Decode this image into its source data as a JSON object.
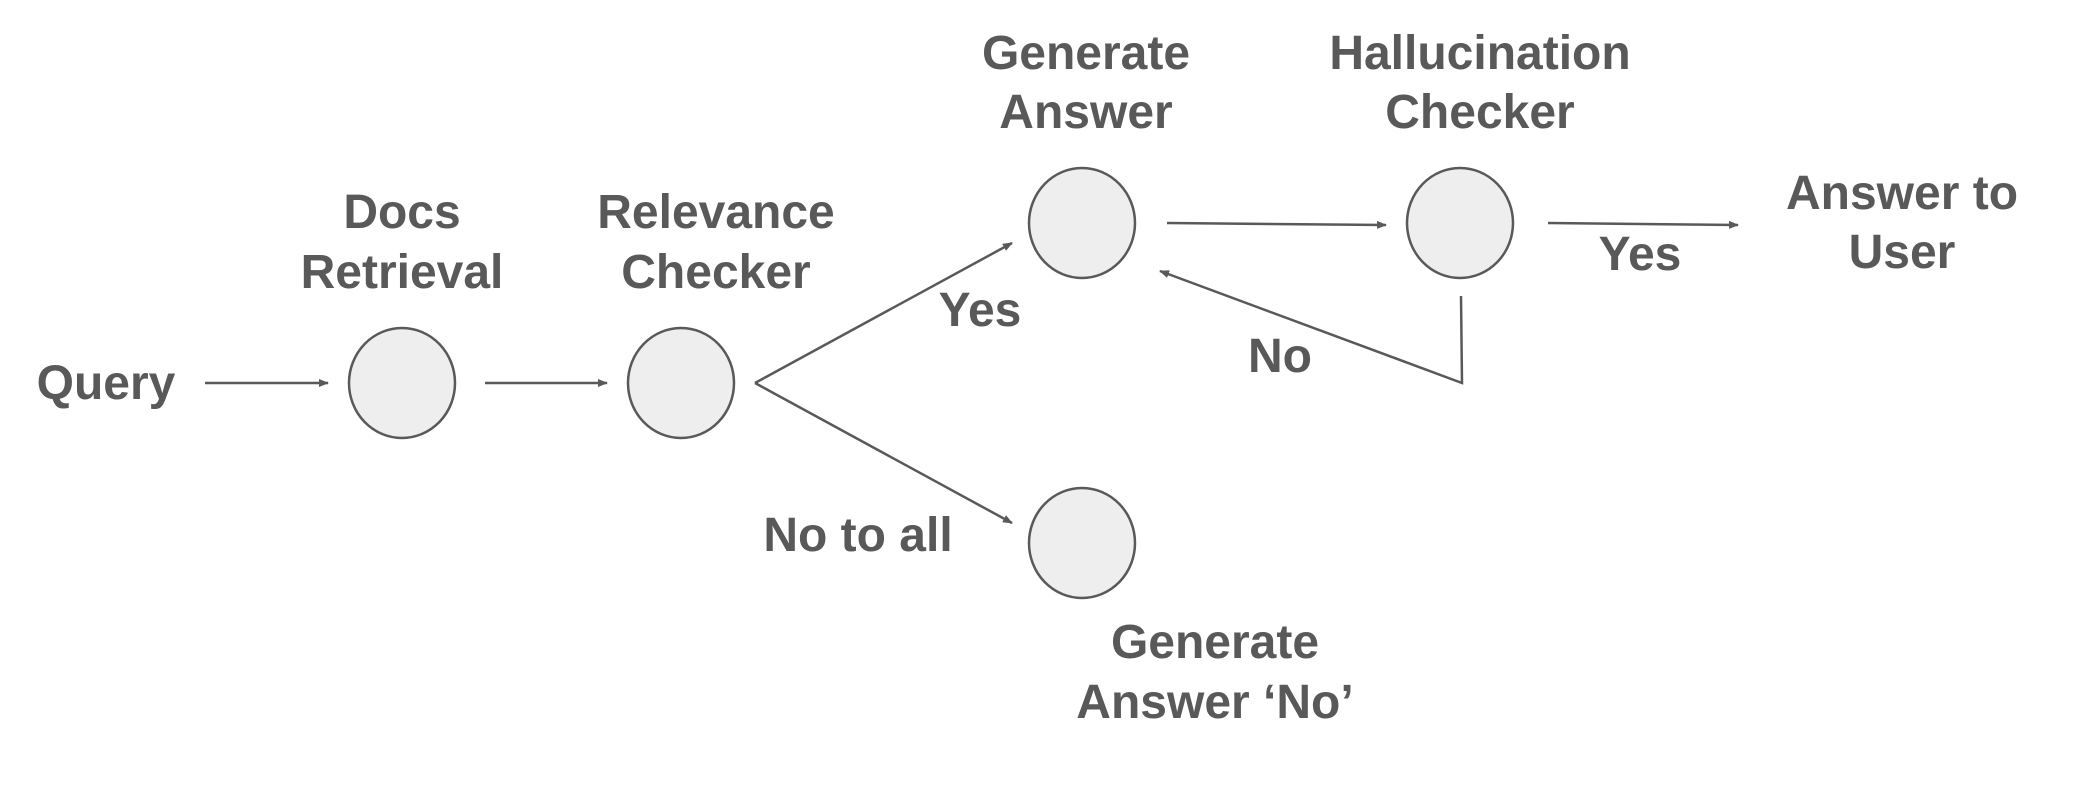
{
  "diagram": {
    "colors": {
      "text": "#595959",
      "node_fill": "#eeeeee",
      "stroke": "#595959",
      "background": "#ffffff"
    },
    "labels": {
      "query": "Query",
      "docs_retrieval_1": "Docs",
      "docs_retrieval_2": "Retrieval",
      "relevance_checker_1": "Relevance",
      "relevance_checker_2": "Checker",
      "generate_answer_1": "Generate",
      "generate_answer_2": "Answer",
      "hallucination_checker_1": "Hallucination",
      "hallucination_checker_2": "Checker",
      "answer_to_user_1": "Answer to",
      "answer_to_user_2": "User",
      "generate_no_1": "Generate",
      "generate_no_2": "Answer ‘No’"
    },
    "edge_labels": {
      "relevance_yes": "Yes",
      "relevance_no": "No to all",
      "hallucination_yes": "Yes",
      "hallucination_no": "No"
    }
  }
}
